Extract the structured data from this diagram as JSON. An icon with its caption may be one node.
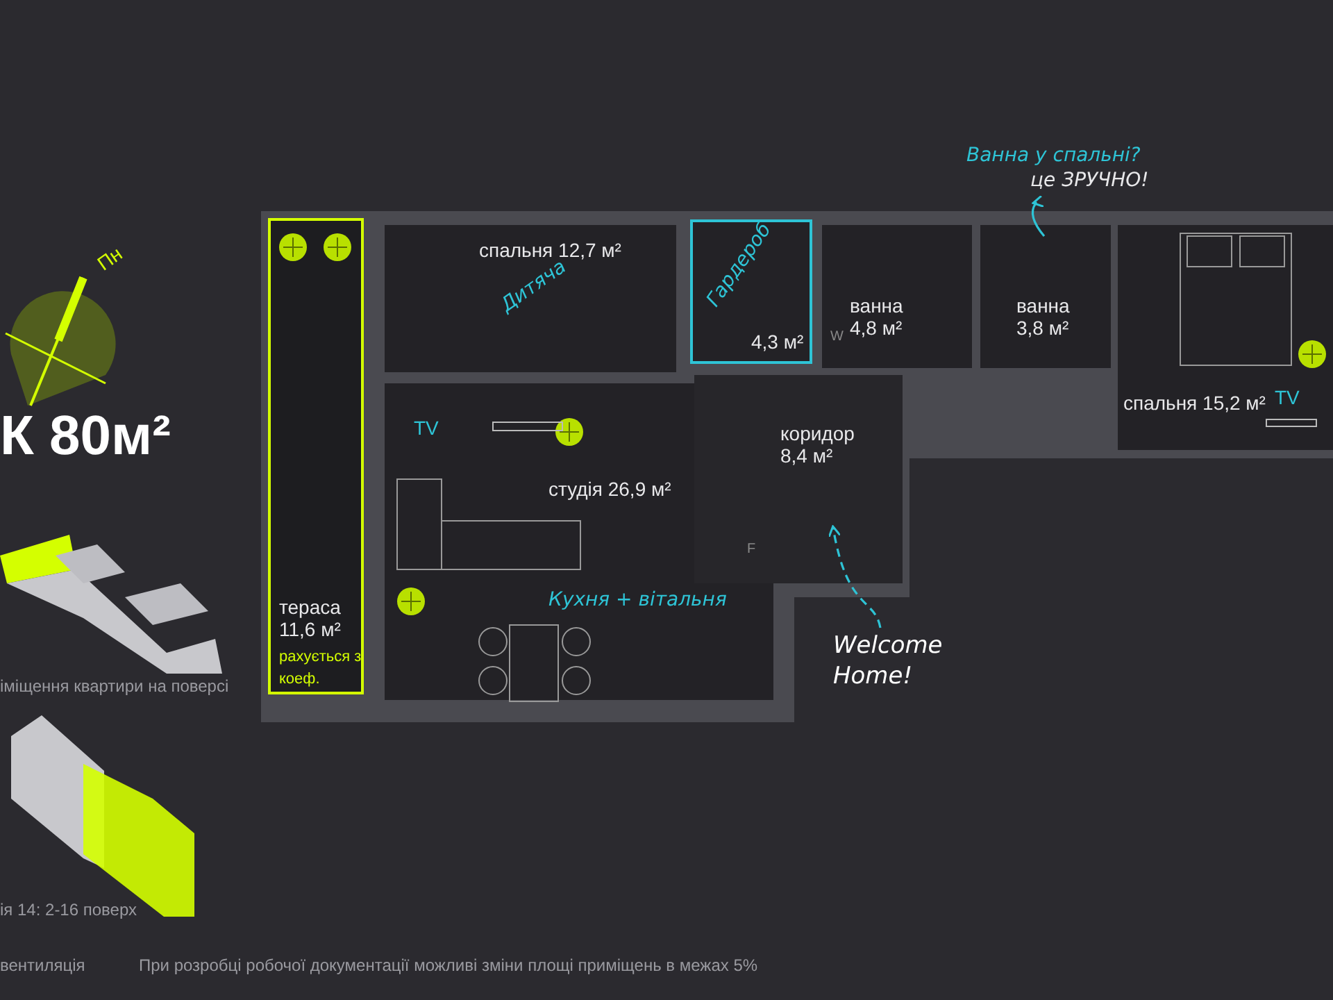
{
  "diagram": {
    "nodes": [
      {
        "text": [
          "тераса 11,6 м²",
          "рахується з коеф."
        ]
      },
      {
        "text": [
          "спальня 12,7 м²",
          "Дитяча"
        ]
      },
      {
        "text": [
          "Гардероб",
          "4,3 м²"
        ]
      },
      {
        "text": [
          "ванна 4,8 м²"
        ]
      },
      {
        "text": [
          "ванна 3,8 м²"
        ]
      },
      {
        "text": [
          "спальня 15,2 м²"
        ]
      },
      {
        "text": [
          "студія 26,9 м²",
          "Кухня + вітальня"
        ]
      },
      {
        "text": [
          "коридор 8,4 м²"
        ]
      },
      {
        "text": [
          "Ванна у спальні?",
          "це ЗРУЧНО!"
        ]
      },
      {
        "text": [
          "Welcome Home!"
        ]
      }
    ],
    "edges": [
      {
        "from": 4,
        "to": 8,
        "arrow": "to"
      },
      {
        "from": 9,
        "to": 7,
        "arrow": "to",
        "style": "dashed"
      }
    ],
    "labels": [
      "Пн",
      "К 80м²",
      "іміщення квартири на поверсі",
      "ія 14: 2-16 поверх",
      "TV",
      "W",
      "TV",
      "F",
      "вентиляція",
      "При розробці робочої документації можливі зміни площі приміщень в межах 5%"
    ]
  }
}
